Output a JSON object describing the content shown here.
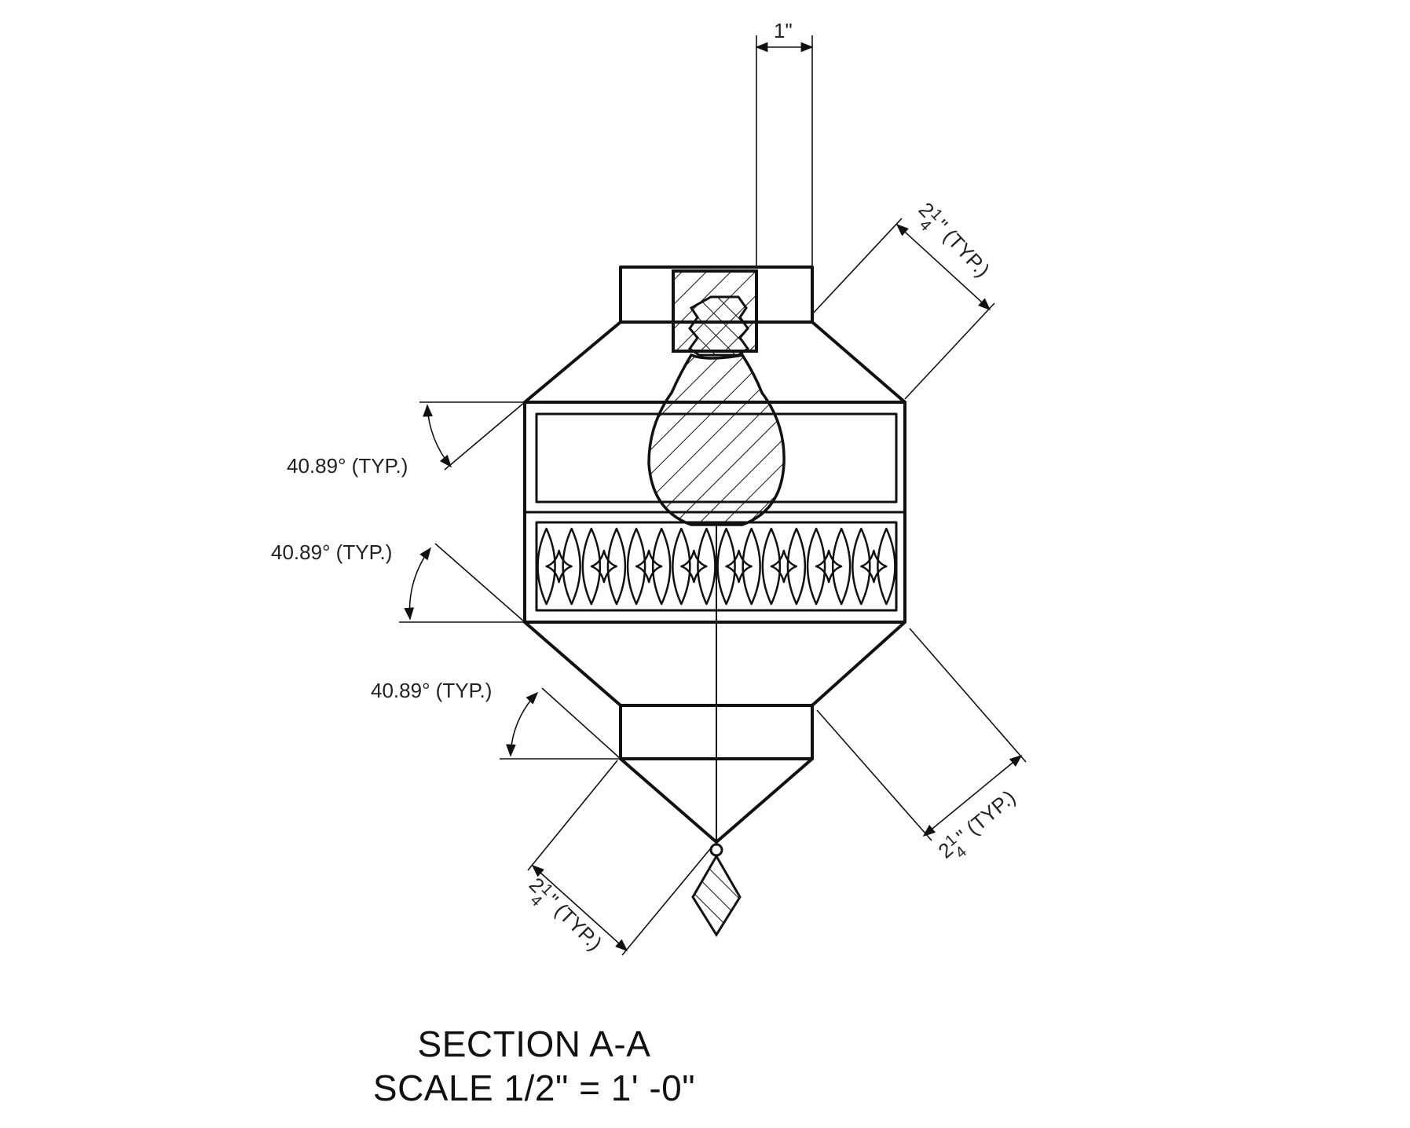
{
  "drawing": {
    "title": "SECTION A-A",
    "scale": "SCALE 1/2\" = 1' -0\"",
    "dim_top": "1\"",
    "angle_labels": [
      "40.89° (TYP.)",
      "40.89° (TYP.)",
      "40.89° (TYP.)"
    ],
    "length_whole": "2",
    "length_frac_num": "1",
    "length_frac_den": "4",
    "length_suffix": "\" (TYP.)",
    "colors": {
      "line": "#111111",
      "background": "#ffffff"
    }
  }
}
